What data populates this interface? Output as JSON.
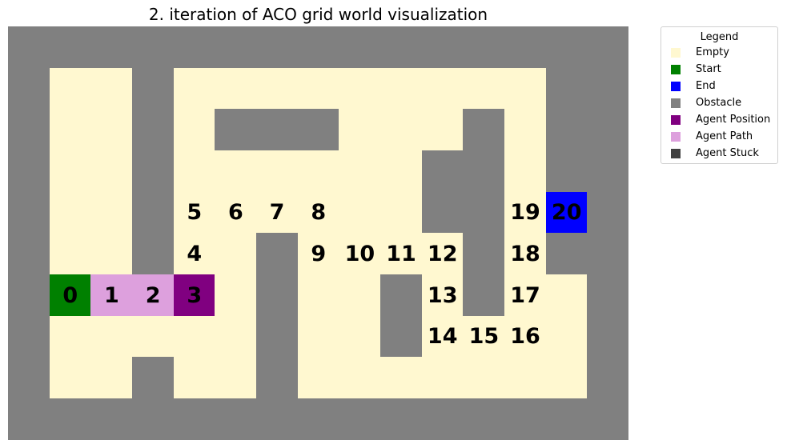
{
  "title": "2. iteration of ACO grid world visualization",
  "colors": {
    "empty": "#fff8d0",
    "start": "#008000",
    "end": "#0000ff",
    "obstacle": "#808080",
    "agent_position": "#800080",
    "agent_path": "#dda0dd",
    "agent_stuck": "#404040"
  },
  "legend": {
    "title": "Legend",
    "items": [
      {
        "label": "Empty",
        "color": "#fff8d0"
      },
      {
        "label": "Start",
        "color": "#008000"
      },
      {
        "label": "End",
        "color": "#0000ff"
      },
      {
        "label": "Obstacle",
        "color": "#808080"
      },
      {
        "label": "Agent Position",
        "color": "#800080"
      },
      {
        "label": "Agent Path",
        "color": "#dda0dd"
      },
      {
        "label": "Agent Stuck",
        "color": "#404040"
      }
    ]
  },
  "grid": {
    "rows": [
      "XXXXXXXXXXXXXXX",
      "X..X.........XX",
      "X..X.XXX...X.XX",
      "X..X......XX.XX",
      "X..X......XX.EX",
      "X..X..X....X.XX",
      "XSPPA.X..X.X..X",
      "X.....X..X....X",
      "X..X..X.......X",
      "XXXXXXXXXXXXXXX"
    ],
    "path_labels": [
      {
        "label": "0",
        "row": 6,
        "col": 1
      },
      {
        "label": "1",
        "row": 6,
        "col": 2
      },
      {
        "label": "2",
        "row": 6,
        "col": 3
      },
      {
        "label": "3",
        "row": 6,
        "col": 4
      },
      {
        "label": "4",
        "row": 5,
        "col": 4
      },
      {
        "label": "5",
        "row": 4,
        "col": 4
      },
      {
        "label": "6",
        "row": 4,
        "col": 5
      },
      {
        "label": "7",
        "row": 4,
        "col": 6
      },
      {
        "label": "8",
        "row": 4,
        "col": 7
      },
      {
        "label": "9",
        "row": 5,
        "col": 7
      },
      {
        "label": "10",
        "row": 5,
        "col": 8
      },
      {
        "label": "11",
        "row": 5,
        "col": 9
      },
      {
        "label": "12",
        "row": 5,
        "col": 10
      },
      {
        "label": "13",
        "row": 6,
        "col": 10
      },
      {
        "label": "14",
        "row": 7,
        "col": 10
      },
      {
        "label": "15",
        "row": 7,
        "col": 11
      },
      {
        "label": "16",
        "row": 7,
        "col": 12
      },
      {
        "label": "17",
        "row": 6,
        "col": 12
      },
      {
        "label": "18",
        "row": 5,
        "col": 12
      },
      {
        "label": "19",
        "row": 4,
        "col": 12
      },
      {
        "label": "20",
        "row": 4,
        "col": 13
      }
    ]
  }
}
